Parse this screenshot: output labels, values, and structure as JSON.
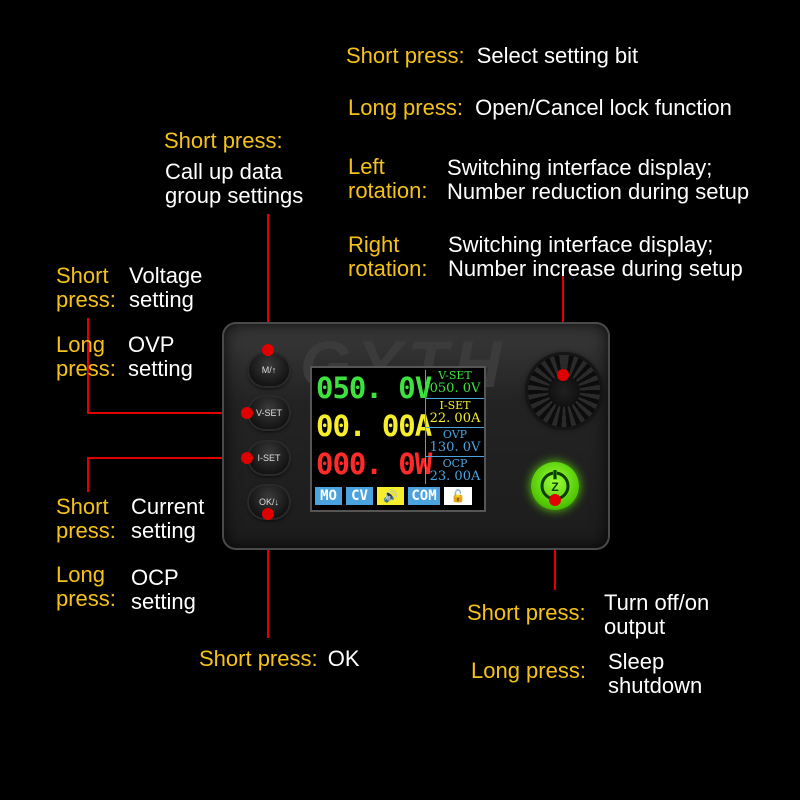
{
  "annotations": {
    "knob_short": {
      "key": "Short press:",
      "text": "Select setting bit"
    },
    "knob_long": {
      "key": "Long press:",
      "text": "Open/Cancel lock function"
    },
    "knob_left": {
      "key1": "Left",
      "key2": "rotation:",
      "text1": "Switching interface display;",
      "text2": "Number reduction during setup"
    },
    "knob_right": {
      "key1": "Right",
      "key2": "rotation:",
      "text1": "Switching interface display;",
      "text2": "Number increase during setup"
    },
    "m_short": {
      "key": "Short press:",
      "text1": "Call up data",
      "text2": "group settings"
    },
    "vset_short": {
      "key1": "Short",
      "key2": "press:",
      "text1": "Voltage",
      "text2": "setting"
    },
    "vset_long": {
      "key1": "Long",
      "key2": "press:",
      "text1": "OVP",
      "text2": "setting"
    },
    "iset_short": {
      "key1": "Short",
      "key2": "press:",
      "text1": "Current",
      "text2": "setting"
    },
    "iset_long": {
      "key1": "Long",
      "key2": "press:",
      "text1": "OCP",
      "text2": "setting"
    },
    "ok_short": {
      "key": "Short press:",
      "text": "OK"
    },
    "power_short": {
      "key": "Short press:",
      "text1": "Turn off/on",
      "text2": "output"
    },
    "power_long": {
      "key": "Long press:",
      "text1": "Sleep",
      "text2": "shutdown"
    }
  },
  "device": {
    "watermark": "GYTH",
    "buttons": {
      "m": "M/↑",
      "vset": "V-SET",
      "iset": "I-SET",
      "ok": "OK/↓"
    },
    "screen": {
      "voltage": "050. 0V",
      "current": "00. 00A",
      "power": "000. 0W",
      "vset_label": "V-SET",
      "vset_value": "050. 0V",
      "iset_label": "I-SET",
      "iset_value": "22. 00A",
      "ovp_label": "OVP",
      "ovp_value": "130. 0V",
      "ocp_label": "OCP",
      "ocp_value": "23. 00A",
      "status": [
        "MO",
        "CV",
        "🔊",
        "COM",
        "🔓"
      ]
    }
  },
  "colors": {
    "label_yellow": "#f5c21a",
    "voltage_green": "#3ee23e",
    "current_yellow": "#f6ee2a",
    "power_red": "#ff2a2a",
    "line_red": "#e00000",
    "power_button_green": "#5bd80a"
  }
}
